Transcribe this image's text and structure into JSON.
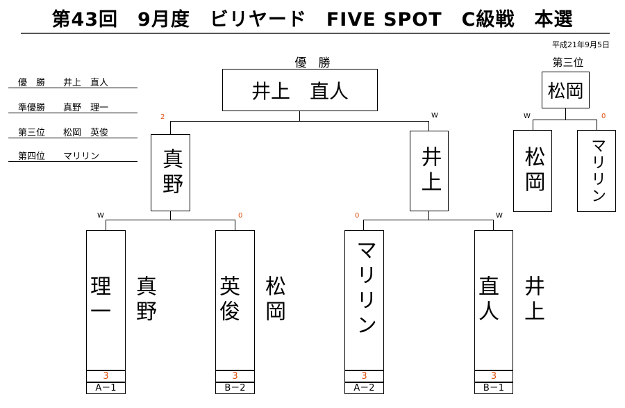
{
  "title": "第43回　9月度　ビリヤード　FIVE SPOT　C級戦　本選",
  "date": "平成21年9月5日",
  "champion_heading": "優　勝",
  "champion_name": "井上　直人",
  "third_heading": "第三位",
  "third_name": "松岡",
  "results": [
    {
      "label": "優　勝　　井上　直人"
    },
    {
      "label": "準優勝　　真野　理一"
    },
    {
      "label": "第三位　　松岡　英俊"
    },
    {
      "label": "第四位　　マリリン"
    }
  ],
  "final": {
    "left_name": "真野",
    "left_score": "2",
    "right_name": "井上",
    "right_score": "W"
  },
  "third_match": {
    "left_name": "松岡",
    "left_score": "W",
    "right_name": "マリリン",
    "right_score": "0"
  },
  "players": [
    {
      "name": "真野\n\n理一",
      "score": "W",
      "race": "3",
      "seed": "A－1"
    },
    {
      "name": "松岡\n\n英俊",
      "score": "0",
      "race": "3",
      "seed": "B－2"
    },
    {
      "name": "マリリン",
      "score": "0",
      "race": "3",
      "seed": "A－2"
    },
    {
      "name": "井上\n\n直人",
      "score": "W",
      "race": "3",
      "seed": "B－1"
    }
  ]
}
